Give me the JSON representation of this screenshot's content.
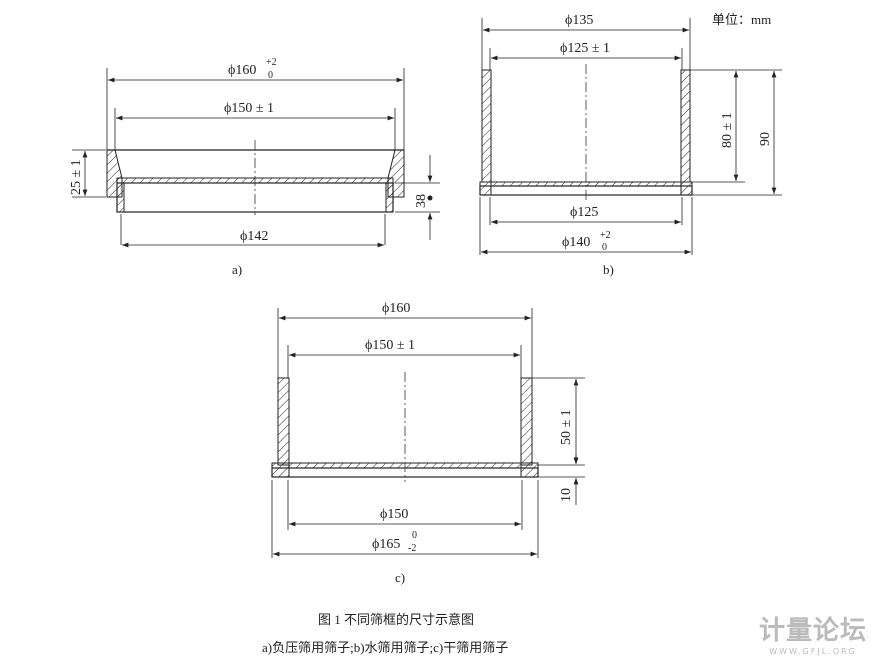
{
  "unit_note": "单位：mm",
  "fig_a": {
    "d_outer": "ϕ160",
    "d_outer_tol_up": "+2",
    "d_outer_tol_low": "0",
    "d_inner": "ϕ150 ± 1",
    "d_bottom": "ϕ142",
    "height": "25 ± 1",
    "tray_height": "38",
    "label": "a)"
  },
  "fig_b": {
    "d_outer": "ϕ135",
    "d_inner": "ϕ125 ± 1",
    "d_bottom": "ϕ125",
    "d_base": "ϕ140",
    "d_base_tol_up": "+2",
    "d_base_tol_low": "0",
    "height_inner": "80 ± 1",
    "height_total": "90",
    "label": "b)"
  },
  "fig_c": {
    "d_outer": "ϕ160",
    "d_inner": "ϕ150 ± 1",
    "d_bottom": "ϕ150",
    "d_base": "ϕ165",
    "d_base_tol_up": "0",
    "d_base_tol_low": "-2",
    "height": "50 ± 1",
    "base_height": "10",
    "label": "c)"
  },
  "caption": {
    "title": "图 1   不同筛框的尺寸示意图",
    "subtitle": "a)负压筛用筛子;b)水筛用筛子;c)干筛用筛子"
  },
  "watermark": {
    "name": "计量论坛",
    "url": "WWW.GFJL.ORG"
  }
}
